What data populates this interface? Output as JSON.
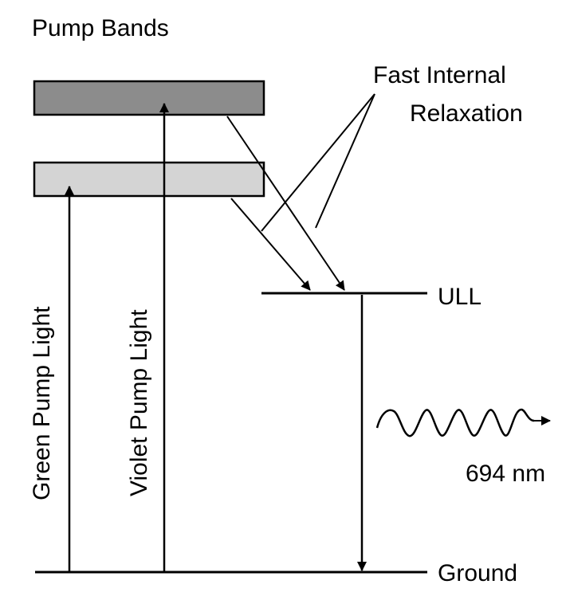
{
  "labels": {
    "pump_bands": "Pump Bands",
    "fast_internal": "Fast Internal",
    "relaxation": "Relaxation",
    "ull": "ULL",
    "ground": "Ground",
    "green_pump_light": "Green Pump Light",
    "violet_pump_light": "Violet Pump Light",
    "emission_wavelength": "694 nm"
  },
  "colors": {
    "violet_band_fill": "#8c8c8c",
    "green_band_fill": "#d4d4d4",
    "line": "#000000",
    "background": "#ffffff"
  },
  "icons": {
    "emission": "wavy-arrow-icon"
  }
}
